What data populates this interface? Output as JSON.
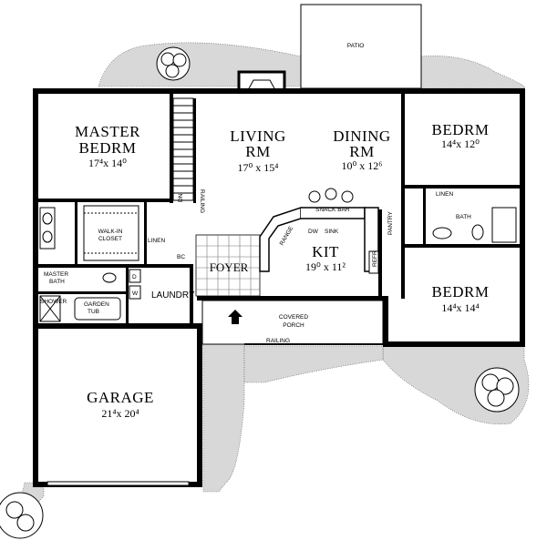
{
  "rooms": {
    "master_bedrm": {
      "line1": "MASTER",
      "line2": "BEDRM",
      "size": "17⁴x 14⁰"
    },
    "living_rm": {
      "line1": "LIVING",
      "line2": "RM",
      "size": "17⁰ x 15⁴"
    },
    "dining_rm": {
      "line1": "DINING",
      "line2": "RM",
      "size": "10⁰ x 12⁶"
    },
    "bedrm_1": {
      "name": "BEDRM",
      "size": "14⁴x 12⁰"
    },
    "bedrm_2": {
      "name": "BEDRM",
      "size": "14⁴x 14⁴"
    },
    "kit": {
      "name": "KIT",
      "size": "19⁰ x 11²"
    },
    "garage": {
      "name": "GARAGE",
      "size": "21⁴x 20⁴"
    },
    "foyer": {
      "name": "FOYER"
    },
    "covered_porch": {
      "line1": "COVERED",
      "line2": "PORCH"
    },
    "patio": {
      "name": "PATIO"
    }
  },
  "small_labels": {
    "walk_in_closet_1": "WALK-IN",
    "walk_in_closet_2": "CLOSET",
    "linen_hall": "LINEN",
    "linen_bath": "LINEN",
    "bath": "BATH",
    "master_bath_1": "MASTER",
    "master_bath_2": "BATH",
    "shower": "SHOWER",
    "garden_tub_1": "GARDEN",
    "garden_tub_2": "TUB",
    "laundry": "LAUNDRY",
    "snack_bar": "SNACK BAR",
    "dw": "DW",
    "sink": "SINK",
    "range": "RANGE",
    "pantry": "PANTRY",
    "refr": "REFR",
    "railing_stair": "RAILING",
    "railing_porch": "RAILING",
    "dn": "DN",
    "bc": "BC",
    "washer": "W",
    "dryer": "D"
  },
  "colors": {
    "wall": "#000000",
    "landscape": "#d8d8d8",
    "background": "#ffffff"
  }
}
